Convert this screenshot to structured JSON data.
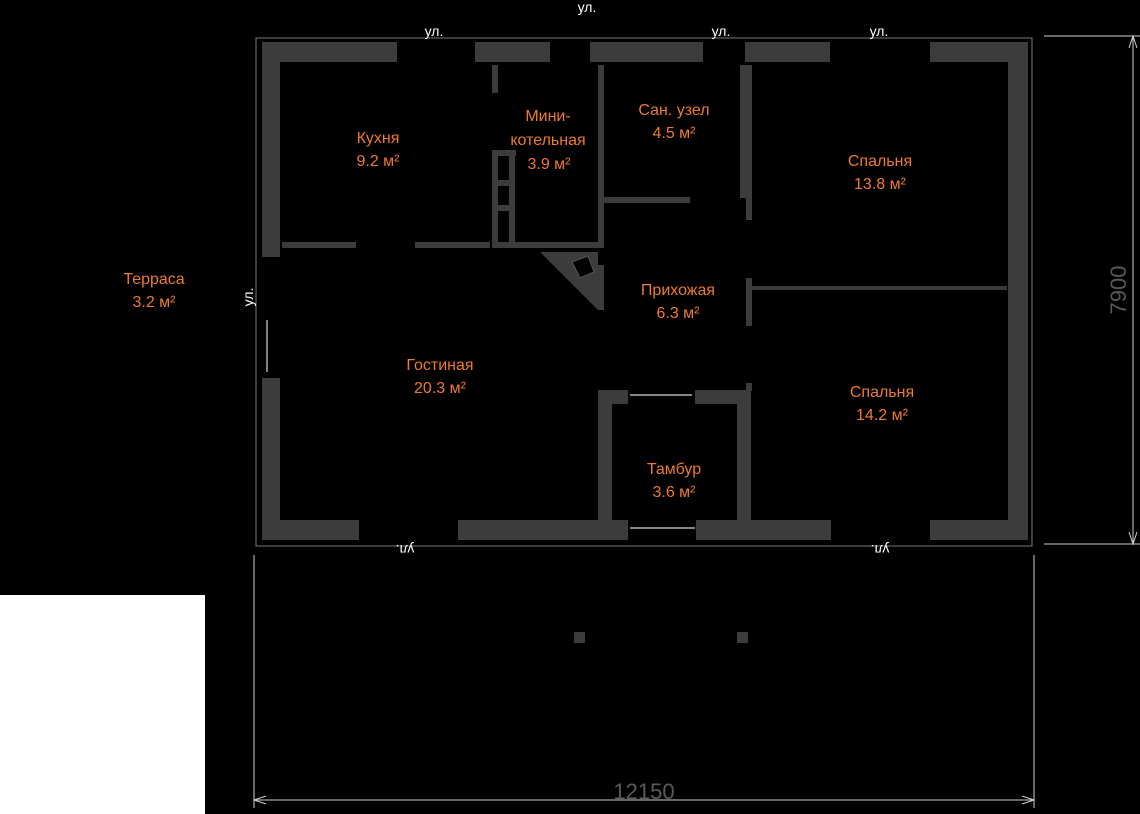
{
  "rooms": [
    {
      "name": "Кухня",
      "area": "9.2 м²"
    },
    {
      "name_l1": "Мини-",
      "name_l2": "котельная",
      "area": "3.9 м²"
    },
    {
      "name": "Сан. узел",
      "area": "4.5 м²"
    },
    {
      "name": "Спальня",
      "area": "13.8 м²"
    },
    {
      "name": "Терраса",
      "area": "3.2 м²"
    },
    {
      "name": "Прихожая",
      "area": "6.3 м²"
    },
    {
      "name": "Гостиная",
      "area": "20.3 м²"
    },
    {
      "name": "Спальня",
      "area": "14.2 м²"
    },
    {
      "name": "Тамбур",
      "area": "3.6 м²"
    }
  ],
  "street_label": "ул.",
  "dimensions": {
    "width": "12150",
    "height": "7900"
  },
  "colors": {
    "room_label": "#ee7a2c",
    "wall": "#3c3c3c",
    "background": "#000000"
  }
}
